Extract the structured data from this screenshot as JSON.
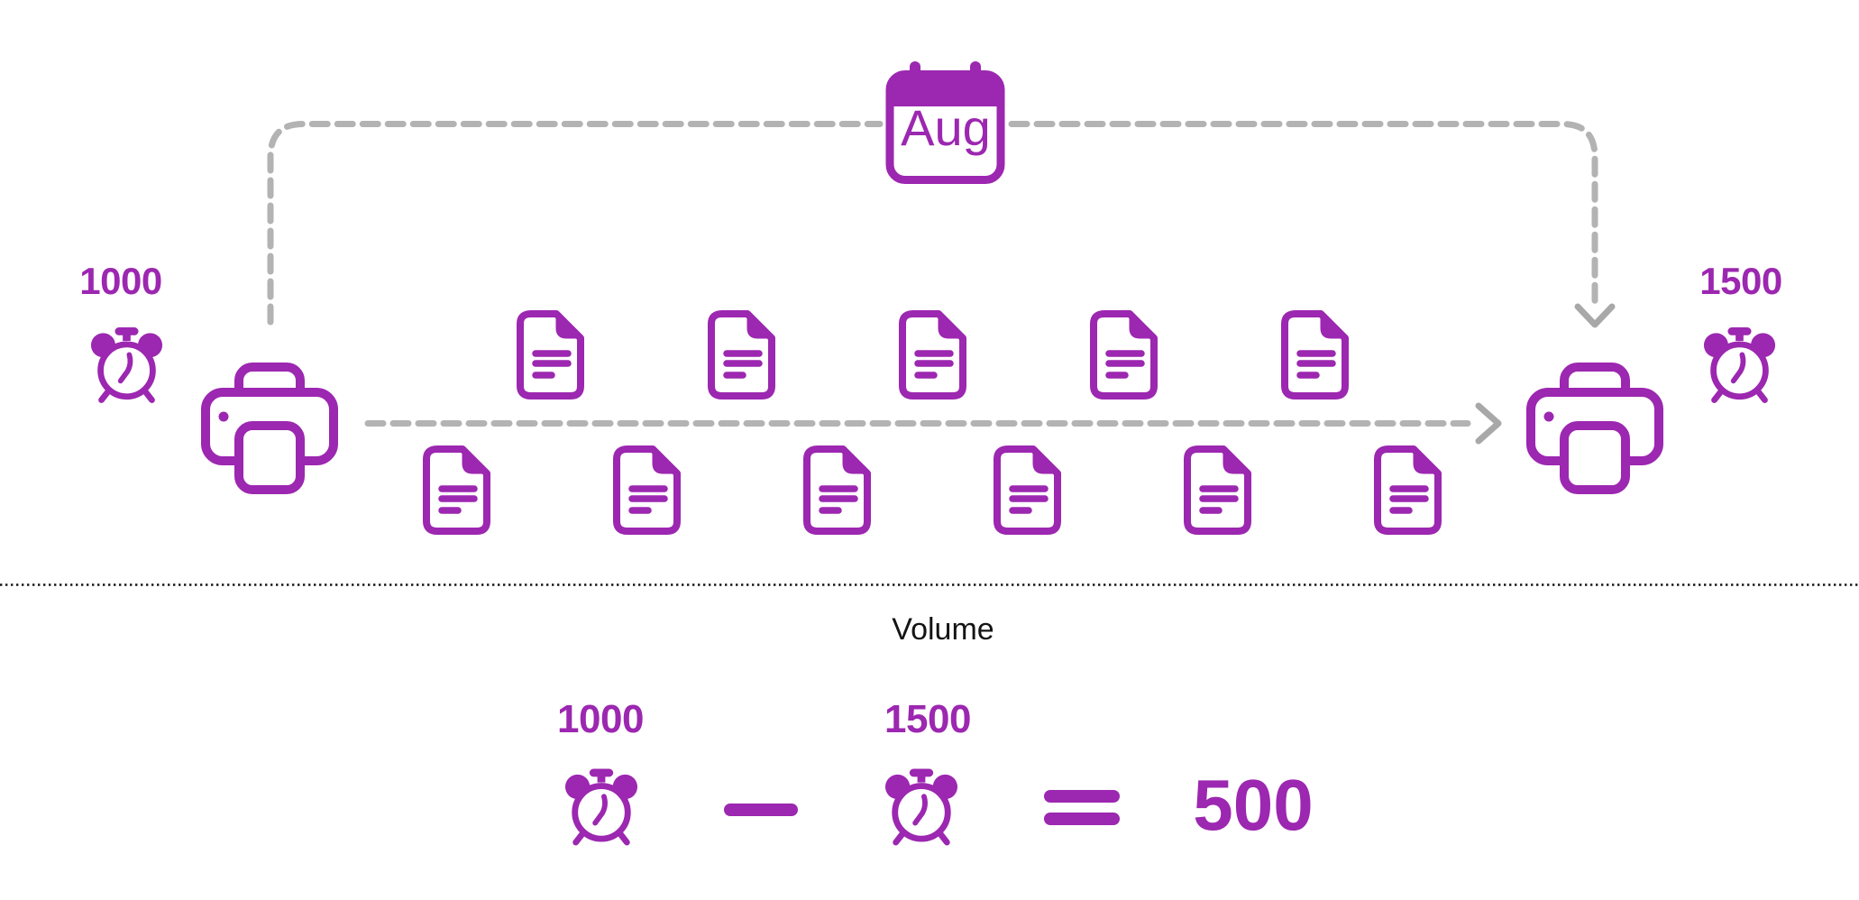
{
  "colors": {
    "purple": "#9C27B0",
    "connector_gray": "#B3B3B3",
    "arrow_gray": "#A8A8A8",
    "divider_black": "#161616",
    "text_black": "#141414"
  },
  "top_diagram": {
    "calendar_label": "Aug",
    "left_printer_count": "1000",
    "right_printer_count": "1500",
    "documents_top_row": 5,
    "documents_bottom_row": 6
  },
  "section_label": "Volume",
  "equation": {
    "minuend": "1000",
    "subtrahend": "1500",
    "operator_minus": "−",
    "operator_equals": "=",
    "result": "500"
  }
}
